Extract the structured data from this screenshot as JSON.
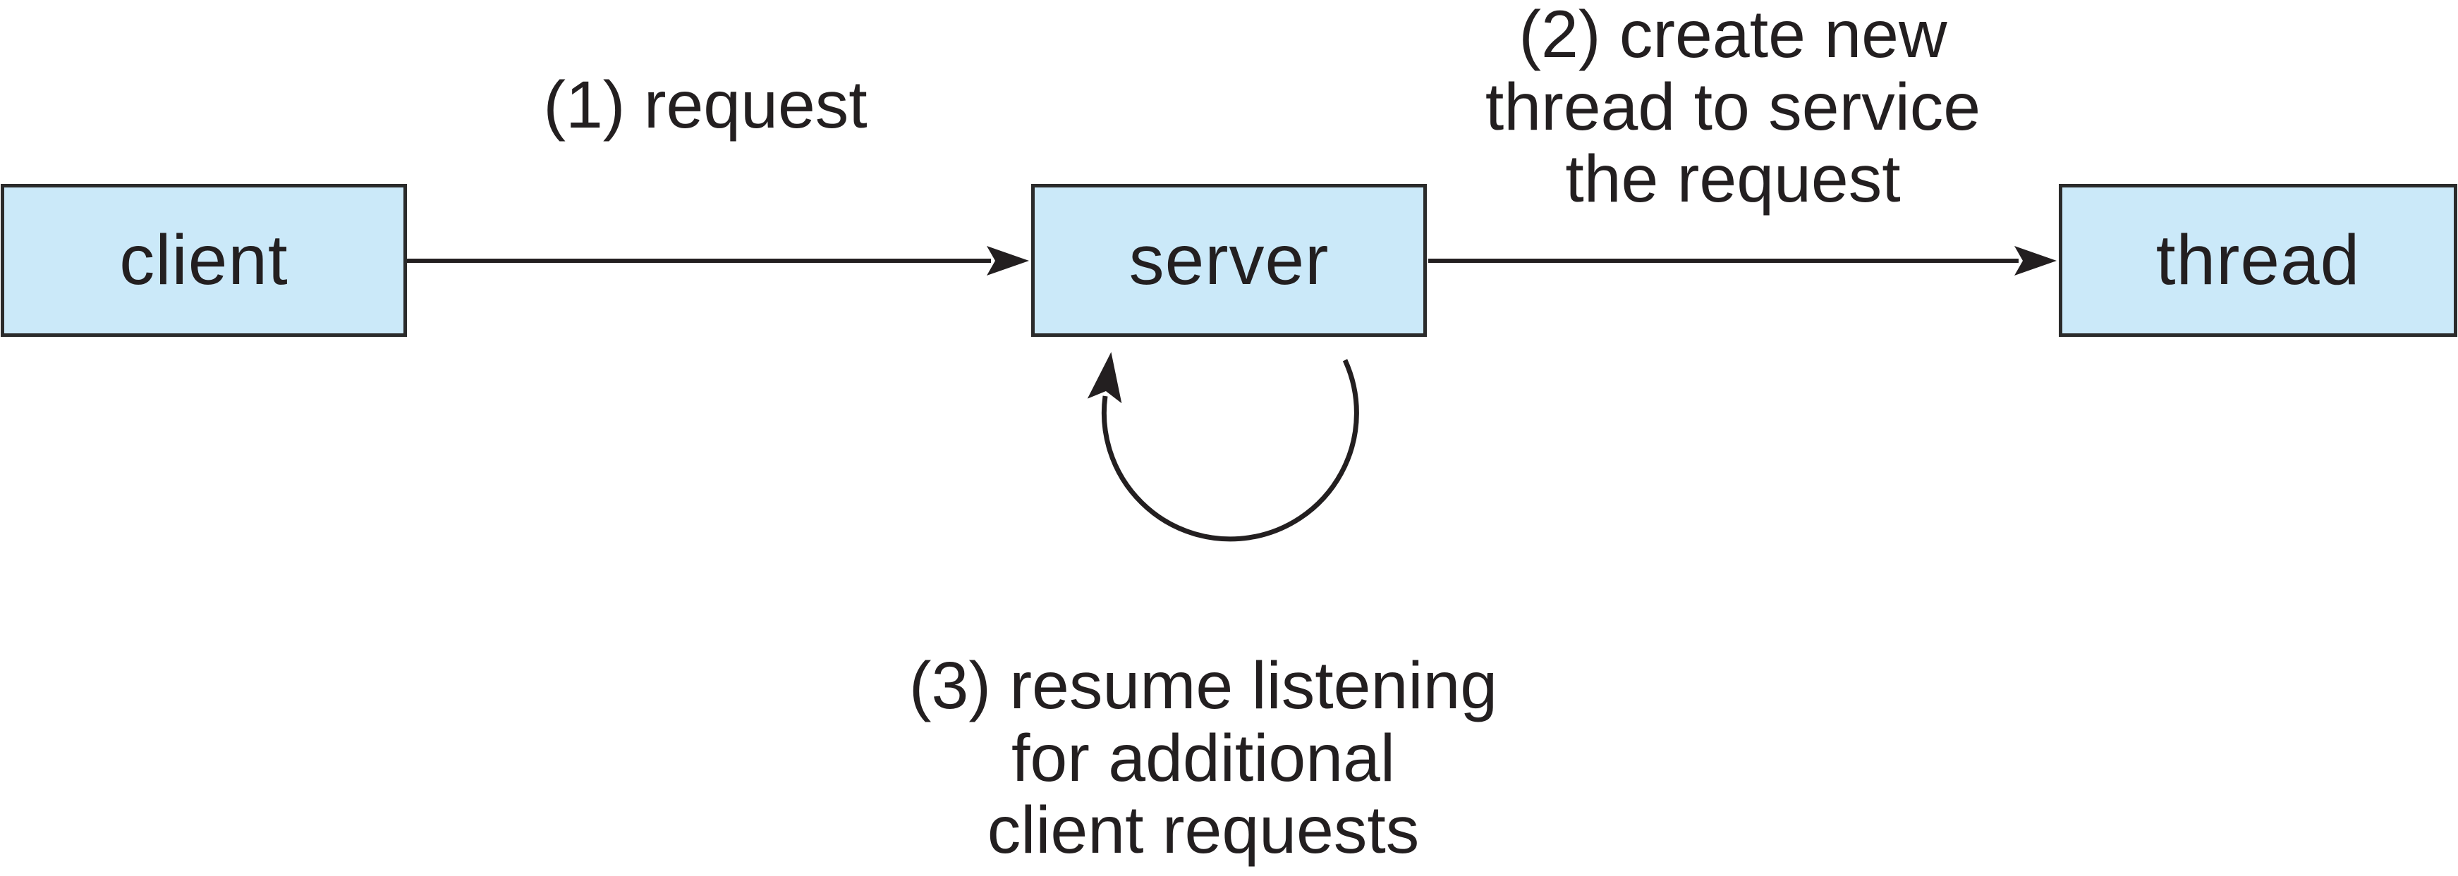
{
  "boxes": {
    "client": "client",
    "server": "server",
    "thread": "thread"
  },
  "annotations": {
    "step1": "(1) request",
    "step2": "(2) create new\nthread to service\nthe request",
    "step3": "(3) resume listening\nfor additional\nclient requests"
  },
  "colors": {
    "box_fill": "#cbe9f9",
    "box_border": "#2b2b2b",
    "text": "#231f20",
    "arrow": "#231f20",
    "background": "#ffffff"
  }
}
